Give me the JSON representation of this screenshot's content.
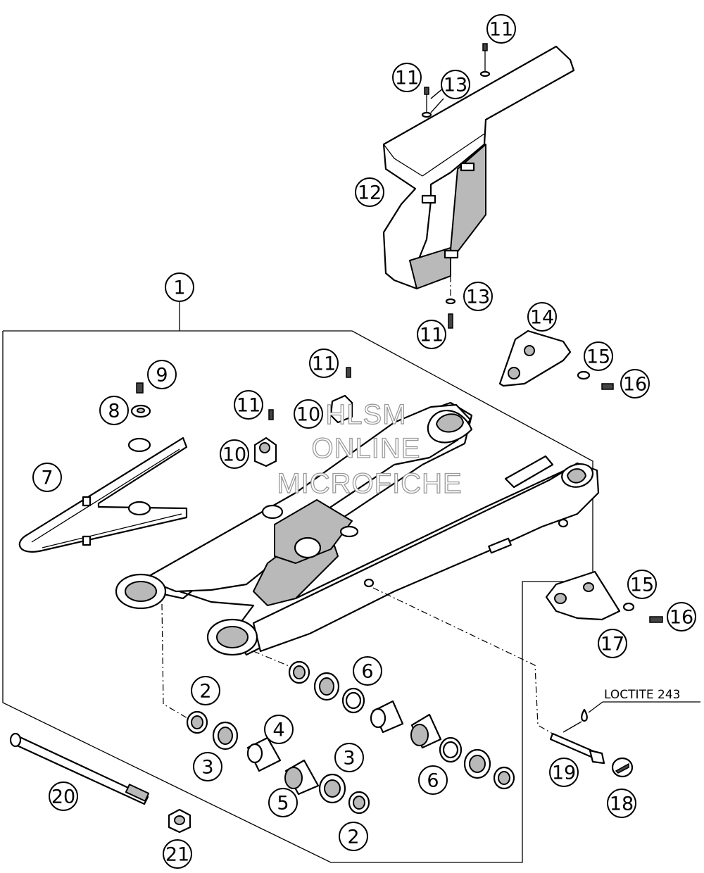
{
  "callouts": {
    "c1": "1",
    "c2a": "2",
    "c2b": "2",
    "c3a": "3",
    "c3b": "3",
    "c4": "4",
    "c5": "5",
    "c6a": "6",
    "c6b": "6",
    "c7": "7",
    "c8": "8",
    "c9": "9",
    "c10a": "10",
    "c10b": "10",
    "c11a": "11",
    "c11b": "11",
    "c11c": "11",
    "c11d": "11",
    "c11e": "11",
    "c12": "12",
    "c13a": "13",
    "c13b": "13",
    "c14": "14",
    "c15a": "15",
    "c15b": "15",
    "c16a": "16",
    "c16b": "16",
    "c17": "17",
    "c18": "18",
    "c19": "19",
    "c20": "20",
    "c21": "21"
  },
  "note": {
    "loctite": "LOCTITE 243"
  },
  "watermark": {
    "line1": "HLSM",
    "line2": "ONLINE",
    "line3": "MICROFICHE"
  }
}
